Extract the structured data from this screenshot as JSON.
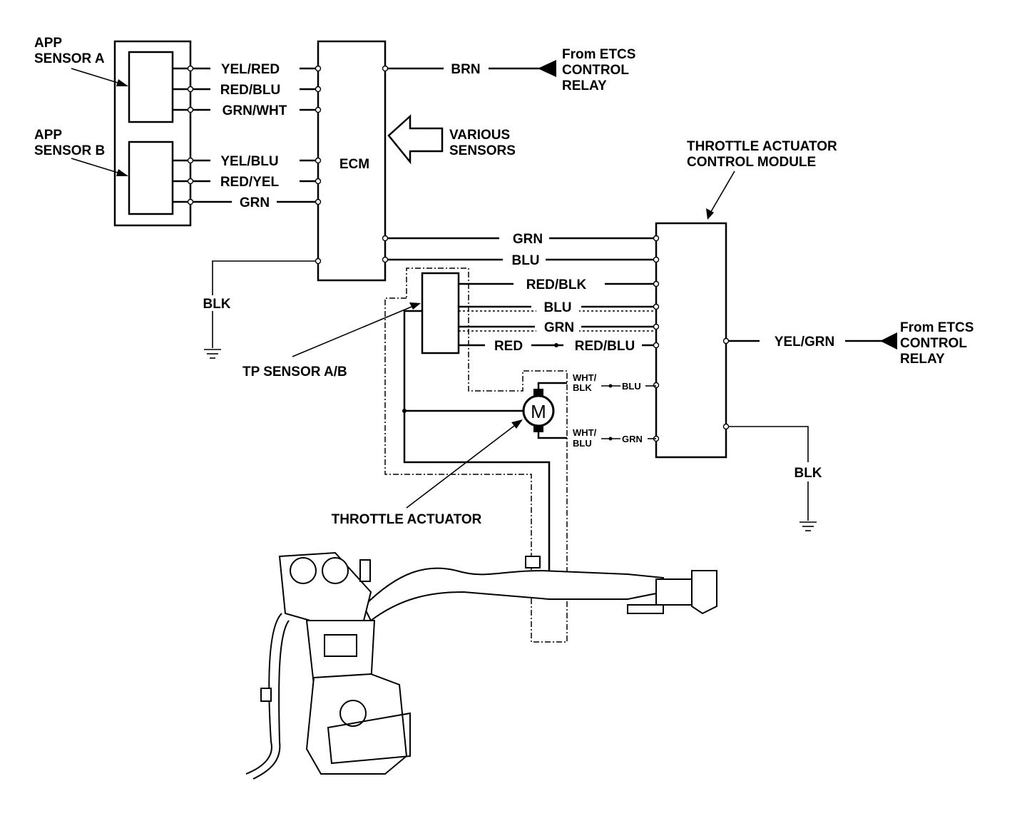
{
  "app_sensor_a": [
    "APP",
    "SENSOR A"
  ],
  "app_sensor_b": [
    "APP",
    "SENSOR B"
  ],
  "ecm": "ECM",
  "app_wires": [
    "YEL/RED",
    "RED/BLU",
    "GRN/WHT",
    "YEL/BLU",
    "RED/YEL",
    "GRN"
  ],
  "brn": "BRN",
  "etcs_relay_1": [
    "From ETCS",
    "CONTROL",
    "RELAY"
  ],
  "various_sensors": [
    "VARIOUS",
    "SENSORS"
  ],
  "ecm_ground": "BLK",
  "tacm_label": [
    "THROTTLE ACTUATOR",
    "CONTROL MODULE"
  ],
  "ecm_tacm_wires": [
    "GRN",
    "BLU"
  ],
  "tp_wires": [
    "RED/BLK",
    "BLU",
    "GRN",
    "RED",
    "RED/BLU"
  ],
  "tp_sensor": "TP SENSOR A/B",
  "motor_symbol": "M",
  "motor_wires": {
    "top": [
      "WHT/",
      "BLK"
    ],
    "top_out": "BLU",
    "bottom": [
      "WHT/",
      "BLU"
    ],
    "bottom_out": "GRN"
  },
  "yel_grn": "YEL/GRN",
  "etcs_relay_2": [
    "From ETCS",
    "CONTROL",
    "RELAY"
  ],
  "tacm_ground": "BLK",
  "throttle_actuator": "THROTTLE ACTUATOR"
}
